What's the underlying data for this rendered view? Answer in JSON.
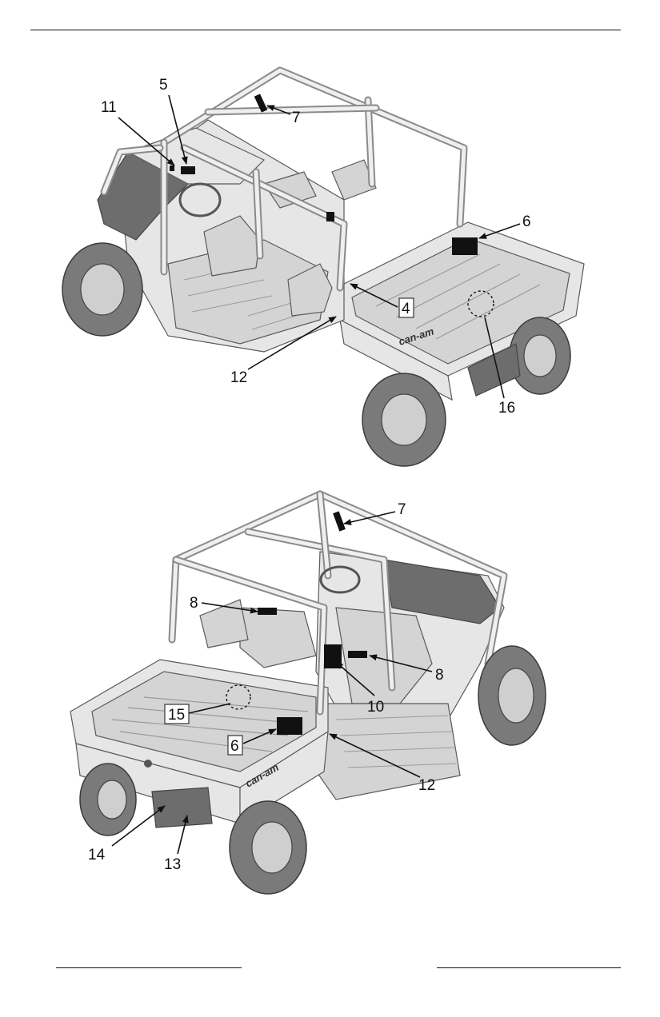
{
  "figure_top": {
    "callouts": [
      "11",
      "5",
      "7",
      "6",
      "4",
      "12",
      "16"
    ],
    "brand_text": "can-am"
  },
  "figure_bottom": {
    "callouts": [
      "7",
      "8",
      "8",
      "10",
      "15",
      "6",
      "12",
      "14",
      "13"
    ],
    "brand_text": "can-am"
  }
}
